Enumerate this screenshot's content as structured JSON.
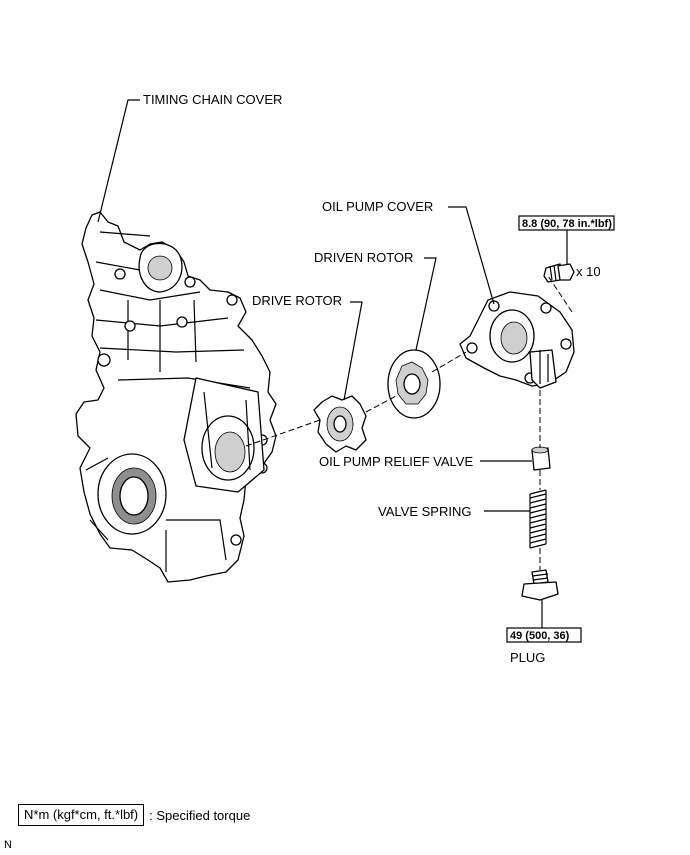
{
  "labels": {
    "timing_chain_cover": "TIMING CHAIN COVER",
    "oil_pump_cover": "OIL PUMP COVER",
    "driven_rotor": "DRIVEN ROTOR",
    "drive_rotor": "DRIVE ROTOR",
    "oil_pump_relief_valve": "OIL PUMP RELIEF VALVE",
    "valve_spring": "VALVE SPRING",
    "plug": "PLUG",
    "bolt_count": "x 10"
  },
  "torque": {
    "cover_bolt": "8.8 (90, 78 in.*lbf)",
    "plug": "49 (500, 36)"
  },
  "legend": {
    "box_text": "N*m (kgf*cm, ft.*lbf)",
    "description": ": Specified torque"
  },
  "corner_code": "N"
}
